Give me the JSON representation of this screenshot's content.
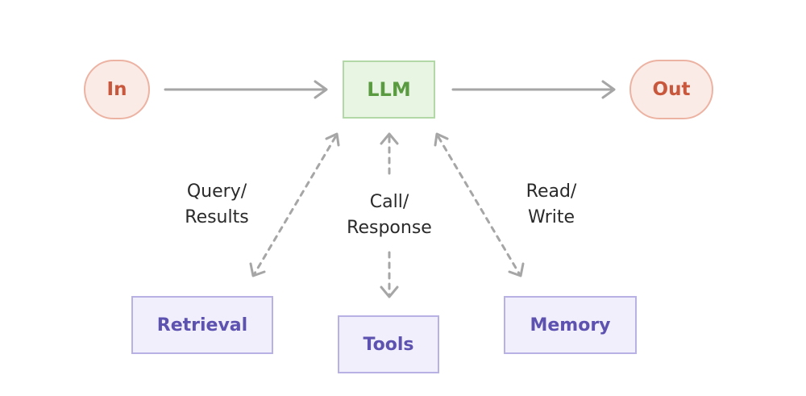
{
  "nodes": {
    "input": "In",
    "llm": "LLM",
    "output": "Out",
    "retrieval": "Retrieval",
    "tools": "Tools",
    "memory": "Memory"
  },
  "edge_labels": {
    "retrieval": [
      "Query/",
      "Results"
    ],
    "tools": [
      "Call/",
      "Response"
    ],
    "memory": [
      "Read/",
      "Write"
    ]
  },
  "colors": {
    "io_border": "#ecb3a3",
    "io_fill": "#fbebe6",
    "io_text": "#c8573c",
    "llm_border": "#b3d8a8",
    "llm_fill": "#e9f5e3",
    "llm_text": "#5a9b41",
    "aug_border": "#b7b2e3",
    "aug_fill": "#f1effb",
    "aug_text": "#5d52b0",
    "arrow": "#a6a6a6"
  }
}
